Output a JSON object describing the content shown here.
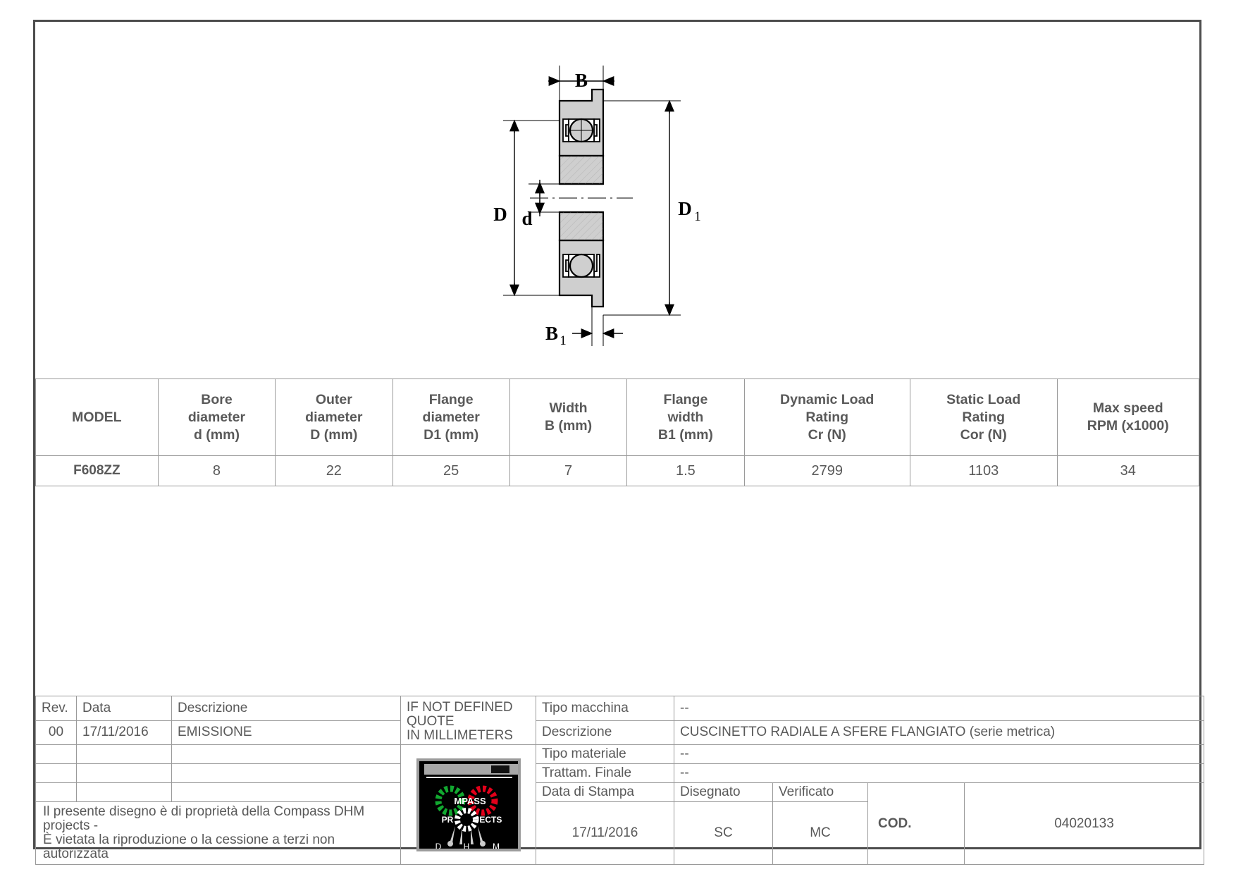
{
  "drawing": {
    "labels": {
      "B": "B",
      "B1_main": "B",
      "B1_sub": "1",
      "D": "D",
      "d": "d",
      "D1_main": "D",
      "D1_sub": "1"
    }
  },
  "spec_table": {
    "headers": [
      {
        "line1": "MODEL",
        "line2": "",
        "unit": ""
      },
      {
        "line1": "Bore",
        "line2": "diameter",
        "unit": "d (mm)"
      },
      {
        "line1": "Outer",
        "line2": "diameter",
        "unit": "D (mm)"
      },
      {
        "line1": "Flange",
        "line2": "diameter",
        "unit": "D1 (mm)"
      },
      {
        "line1": "Width",
        "line2": "",
        "unit": "B (mm)"
      },
      {
        "line1": "Flange",
        "line2": "width",
        "unit": "B1 (mm)"
      },
      {
        "line1": "Dynamic Load",
        "line2": "Rating",
        "unit": "Cr (N)"
      },
      {
        "line1": "Static Load",
        "line2": "Rating",
        "unit": "Cor (N)"
      },
      {
        "line1": "Max speed",
        "line2": "RPM (x1000)",
        "unit": ""
      }
    ],
    "rows": [
      [
        "F608ZZ",
        "8",
        "22",
        "25",
        "7",
        "1.5",
        "2799",
        "1103",
        "34"
      ]
    ]
  },
  "revision_table": {
    "headers": [
      "Rev.",
      "Data",
      "Descrizione"
    ],
    "rows": [
      [
        "00",
        "17/11/2016",
        "EMISSIONE"
      ],
      [
        "",
        "",
        ""
      ],
      [
        "",
        "",
        ""
      ],
      [
        "",
        "",
        ""
      ]
    ],
    "copyright_line1": "Il presente disegno è di proprietà della Compass DHM projects -",
    "copyright_line2": "È vietata la riproduzione o la cessione a terzi non autorizzata"
  },
  "quote_note": {
    "line1": "IF NOT DEFINED QUOTE",
    "line2": "IN MILLIMETERS"
  },
  "logo": {
    "word_top": "MPASS",
    "word_bottom_left": "PR",
    "word_bottom_right": "JECTS",
    "letters": [
      "D",
      "H",
      "M"
    ]
  },
  "info_table": {
    "tipo_macchina_label": "Tipo macchina",
    "tipo_macchina_value": "--",
    "descrizione_label": "Descrizione",
    "descrizione_value": "CUSCINETTO RADIALE A SFERE FLANGIATO (serie metrica)",
    "tipo_materiale_label": "Tipo materiale",
    "tipo_materiale_value": "--",
    "trattam_finale_label": "Trattam. Finale",
    "trattam_finale_value": "--",
    "data_stampa_label": "Data di Stampa",
    "disegnato_label": "Disegnato",
    "verificato_label": "Verificato",
    "data_stampa_value": "17/11/2016",
    "disegnato_value": "SC",
    "verificato_value": "MC",
    "cod_label": "COD.",
    "cod_value": "04020133"
  }
}
